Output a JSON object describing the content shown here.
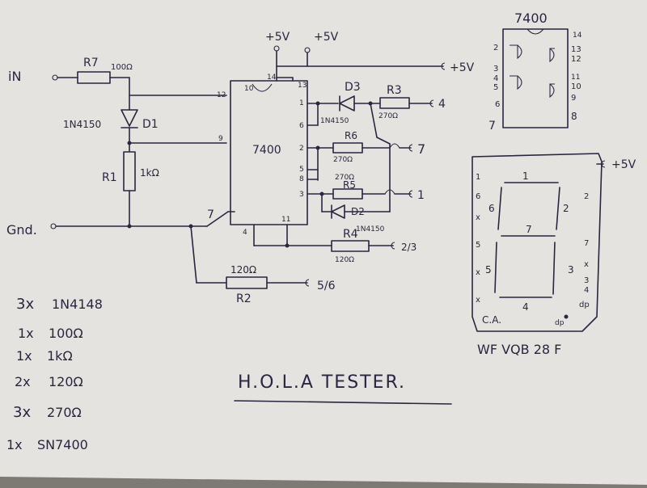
{
  "title": "H.O.L.A TESTER.",
  "supply": {
    "vcc_a": "+5V",
    "vcc_b": "+5V",
    "vcc_out": "+5V",
    "vcc_display": "+5V"
  },
  "inputs": {
    "in_label": "iN",
    "gnd_label": "Gnd."
  },
  "resistors": {
    "r7": {
      "name": "R7",
      "value": "100Ω"
    },
    "r1": {
      "name": "R1",
      "value": "1kΩ"
    },
    "r3": {
      "name": "R3",
      "value": "270Ω"
    },
    "r6": {
      "name": "R6",
      "value": "270Ω"
    },
    "r5": {
      "name": "R5",
      "value": "270Ω"
    },
    "r4": {
      "name": "R4",
      "value": "120Ω"
    },
    "r2": {
      "name": "R2",
      "value": "120Ω"
    }
  },
  "diodes": {
    "d1": {
      "name": "D1",
      "part": "1N4150"
    },
    "d3": {
      "name": "D3",
      "part": "1N4150"
    },
    "d2": {
      "name": "D2",
      "part": "1N4150"
    }
  },
  "ic": {
    "name": "7400",
    "pins": [
      "14",
      "13",
      "10",
      "12",
      "9",
      "1",
      "6",
      "2",
      "5",
      "8",
      "3",
      "4",
      "11"
    ]
  },
  "outputs": {
    "o4": "4",
    "o7": "7",
    "o1": "1",
    "o23": "2/3",
    "o56": "5/6"
  },
  "switch_label": "7",
  "pinout": {
    "title": "7400",
    "pins_left": [
      "2",
      "3",
      "4",
      "5",
      "6",
      "7"
    ],
    "pins_right": [
      "14",
      "13",
      "12",
      "11",
      "10",
      "9",
      "8"
    ]
  },
  "display": {
    "part": "WF VQB 28 F",
    "ca": "C.A.",
    "left_pins": [
      "1",
      "6",
      "x",
      "5",
      "x",
      "x"
    ],
    "right_pins": [
      "2",
      "7",
      "x",
      "3",
      "4",
      "dp"
    ],
    "segments": [
      "1",
      "6",
      "7",
      "2",
      "5",
      "3",
      "4"
    ],
    "dp": "dp"
  },
  "bom": [
    {
      "qty": "3x",
      "item": "1N4148"
    },
    {
      "qty": "1x",
      "item": "100Ω"
    },
    {
      "qty": "1x",
      "item": "1kΩ"
    },
    {
      "qty": "2x",
      "item": "120Ω"
    },
    {
      "qty": "3x",
      "item": "270Ω"
    },
    {
      "qty": "1x",
      "item": "SN7400"
    }
  ]
}
